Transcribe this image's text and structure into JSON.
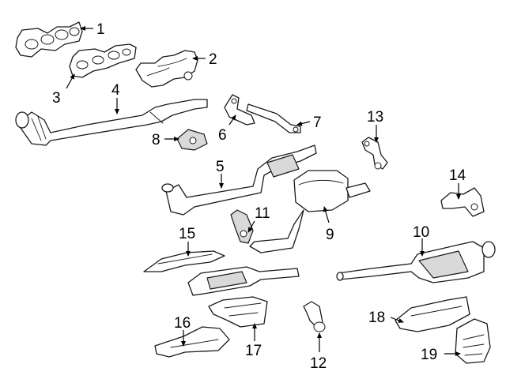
{
  "callouts": [
    {
      "id": "1",
      "text": "1"
    },
    {
      "id": "2",
      "text": "2"
    },
    {
      "id": "3",
      "text": "3"
    },
    {
      "id": "4",
      "text": "4"
    },
    {
      "id": "5",
      "text": "5"
    },
    {
      "id": "6",
      "text": "6"
    },
    {
      "id": "7",
      "text": "7"
    },
    {
      "id": "8",
      "text": "8"
    },
    {
      "id": "9",
      "text": "9"
    },
    {
      "id": "10",
      "text": "10"
    },
    {
      "id": "11",
      "text": "11"
    },
    {
      "id": "12",
      "text": "12"
    },
    {
      "id": "13",
      "text": "13"
    },
    {
      "id": "14",
      "text": "14"
    },
    {
      "id": "15",
      "text": "15"
    },
    {
      "id": "16",
      "text": "16"
    },
    {
      "id": "17",
      "text": "17"
    },
    {
      "id": "18",
      "text": "18"
    },
    {
      "id": "19",
      "text": "19"
    }
  ],
  "colors": {
    "line": "#1a1a1a",
    "shade": "#d9d9d9",
    "background": "#ffffff"
  }
}
